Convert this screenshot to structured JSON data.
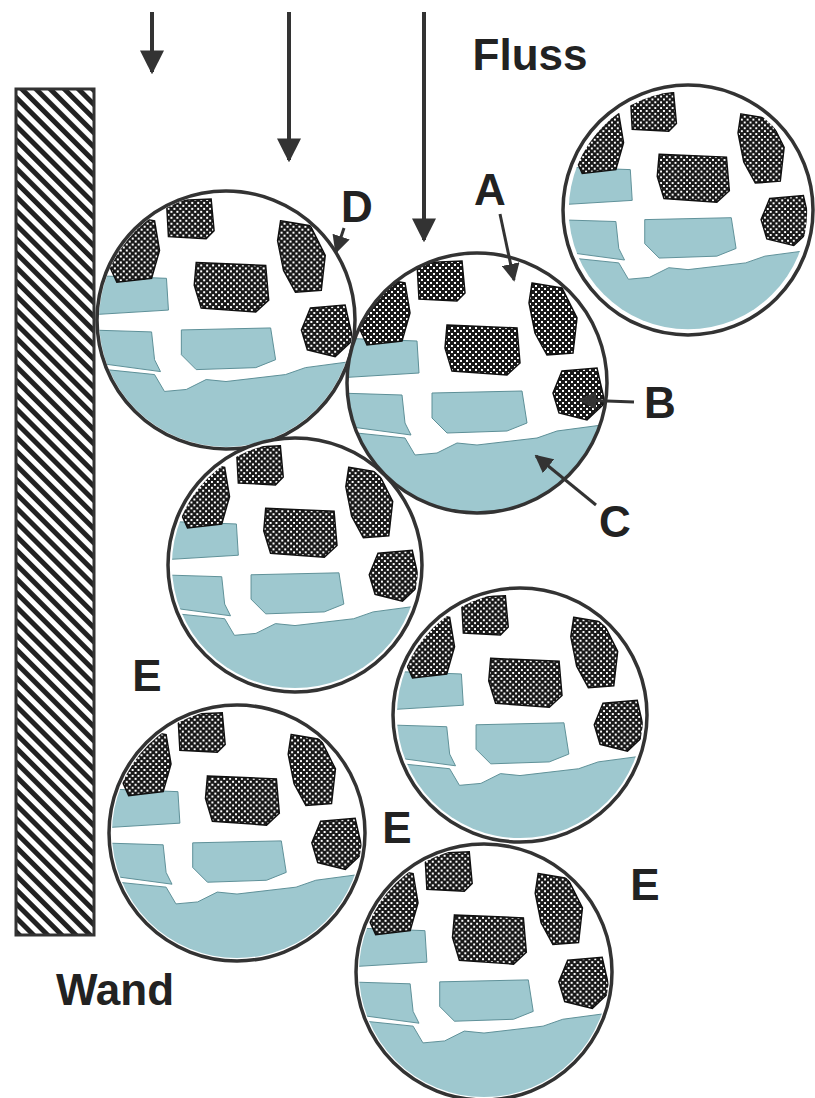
{
  "diagram": {
    "labels": [
      "Fluss",
      "D",
      "A",
      "B",
      "C",
      "E",
      "E",
      "E",
      "Wand"
    ]
  }
}
